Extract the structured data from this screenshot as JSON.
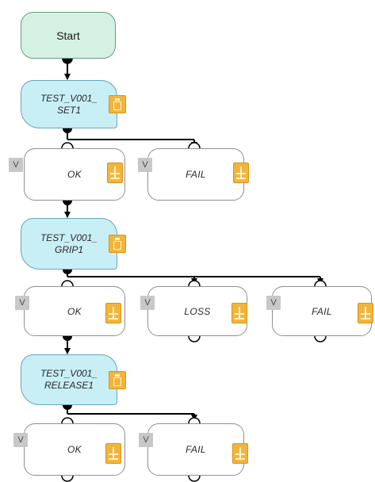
{
  "colors": {
    "start_fill": "#d4f1e4",
    "action_fill": "#c8eef6",
    "result_fill": "#ffffff",
    "icon_fill": "#f2b53c",
    "badge_fill": "#c8c8c8",
    "connector": "#000000"
  },
  "start": {
    "label": "Start"
  },
  "steps": [
    {
      "action": {
        "line1": "TEST_V001_",
        "line2": "SET1",
        "icon": "task-icon"
      },
      "results": [
        {
          "badge": "V",
          "label": "OK",
          "icon": "tree-icon"
        },
        {
          "badge": "V",
          "label": "FAIL",
          "icon": "tree-icon"
        }
      ]
    },
    {
      "action": {
        "line1": "TEST_V001_",
        "line2": "GRIP1",
        "icon": "task-icon"
      },
      "results": [
        {
          "badge": "V",
          "label": "OK",
          "icon": "tree-icon"
        },
        {
          "badge": "V",
          "label": "LOSS",
          "icon": "tree-icon"
        },
        {
          "badge": "V",
          "label": "FAIL",
          "icon": "tree-icon"
        }
      ]
    },
    {
      "action": {
        "line1": "TEST_V001_",
        "line2": "RELEASE1",
        "icon": "task-icon"
      },
      "results": [
        {
          "badge": "V",
          "label": "OK",
          "icon": "tree-icon"
        },
        {
          "badge": "V",
          "label": "FAIL",
          "icon": "tree-icon"
        }
      ]
    }
  ]
}
